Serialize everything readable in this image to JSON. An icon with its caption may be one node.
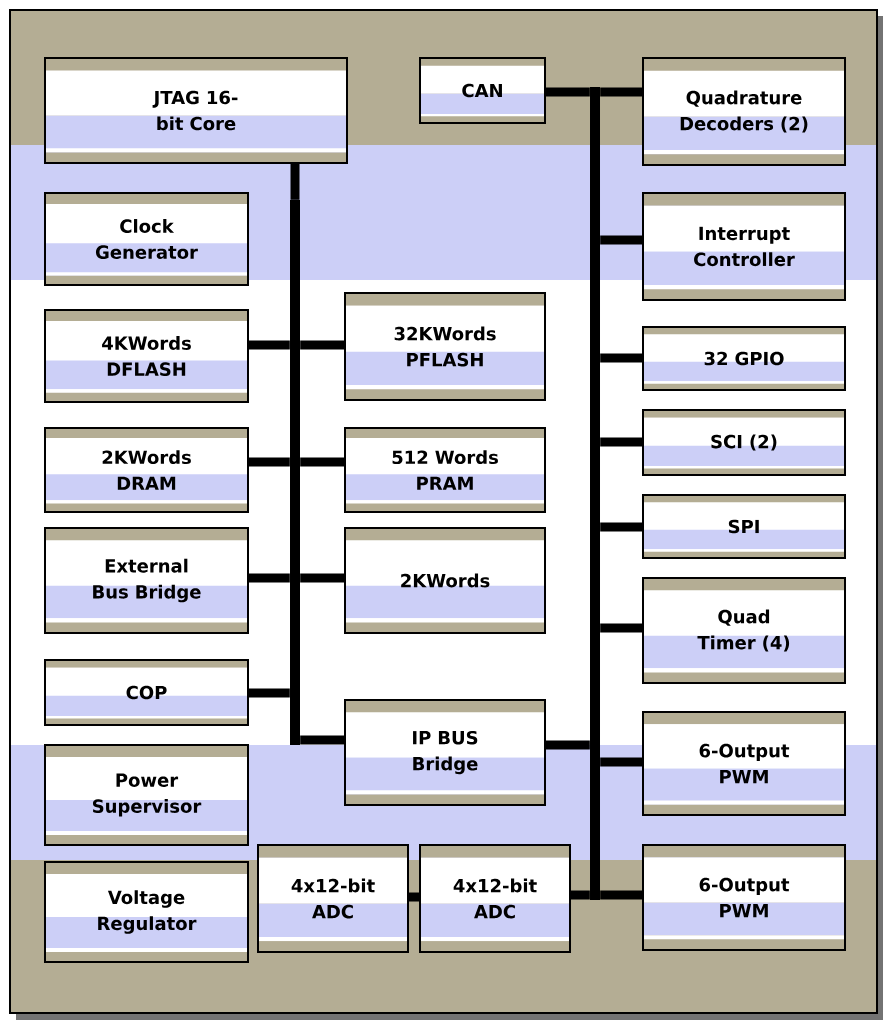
{
  "diagram": {
    "nodes": [
      {
        "text": [
          "JTAG 16-bit Core"
        ]
      },
      {
        "text": [
          "CAN"
        ]
      },
      {
        "text": [
          "Quadrature Decoders (2)"
        ]
      },
      {
        "text": [
          "Clock Generator"
        ]
      },
      {
        "text": [
          "Interrupt Controller"
        ]
      },
      {
        "text": [
          "4KWords DFLASH"
        ]
      },
      {
        "text": [
          "32KWords PFLASH"
        ]
      },
      {
        "text": [
          "32 GPIO"
        ]
      },
      {
        "text": [
          "2KWords DRAM"
        ]
      },
      {
        "text": [
          "512 Words PRAM"
        ]
      },
      {
        "text": [
          "SCI (2)"
        ]
      },
      {
        "text": [
          "SPI"
        ]
      },
      {
        "text": [
          "External Bus Bridge"
        ]
      },
      {
        "text": [
          "2KWords"
        ]
      },
      {
        "text": [
          "Quad Timer (4)"
        ]
      },
      {
        "text": [
          "COP"
        ]
      },
      {
        "text": [
          "IP BUS Bridge"
        ]
      },
      {
        "text": [
          "6-Output PWM"
        ]
      },
      {
        "text": [
          "Power Supervisor"
        ]
      },
      {
        "text": [
          "Voltage Regulator"
        ]
      },
      {
        "text": [
          "4x12-bit ADC"
        ]
      },
      {
        "text": [
          "4x12-bit ADC"
        ]
      },
      {
        "text": [
          "6-Output PWM"
        ]
      },
      {
        "text": [],
        "shape": "bar"
      },
      {
        "text": [],
        "shape": "bar"
      }
    ],
    "edges": [
      {
        "from": 0,
        "to": 23,
        "arrow": "none"
      },
      {
        "from": 5,
        "to": 23,
        "arrow": "none"
      },
      {
        "from": 23,
        "to": 6,
        "arrow": "none"
      },
      {
        "from": 8,
        "to": 23,
        "arrow": "none"
      },
      {
        "from": 23,
        "to": 9,
        "arrow": "none"
      },
      {
        "from": 12,
        "to": 23,
        "arrow": "none"
      },
      {
        "from": 23,
        "to": 13,
        "arrow": "none"
      },
      {
        "from": 15,
        "to": 23,
        "arrow": "none"
      },
      {
        "from": 23,
        "to": 16,
        "arrow": "none"
      },
      {
        "from": 1,
        "to": 24,
        "arrow": "none"
      },
      {
        "from": 24,
        "to": 2,
        "arrow": "none"
      },
      {
        "from": 24,
        "to": 4,
        "arrow": "none"
      },
      {
        "from": 24,
        "to": 7,
        "arrow": "none"
      },
      {
        "from": 24,
        "to": 10,
        "arrow": "none"
      },
      {
        "from": 24,
        "to": 11,
        "arrow": "none"
      },
      {
        "from": 24,
        "to": 14,
        "arrow": "none"
      },
      {
        "from": 16,
        "to": 24,
        "arrow": "none"
      },
      {
        "from": 24,
        "to": 17,
        "arrow": "none"
      },
      {
        "from": 20,
        "to": 21,
        "arrow": "none"
      },
      {
        "from": 21,
        "to": 24,
        "arrow": "none"
      },
      {
        "from": 24,
        "to": 22,
        "arrow": "none"
      }
    ]
  }
}
